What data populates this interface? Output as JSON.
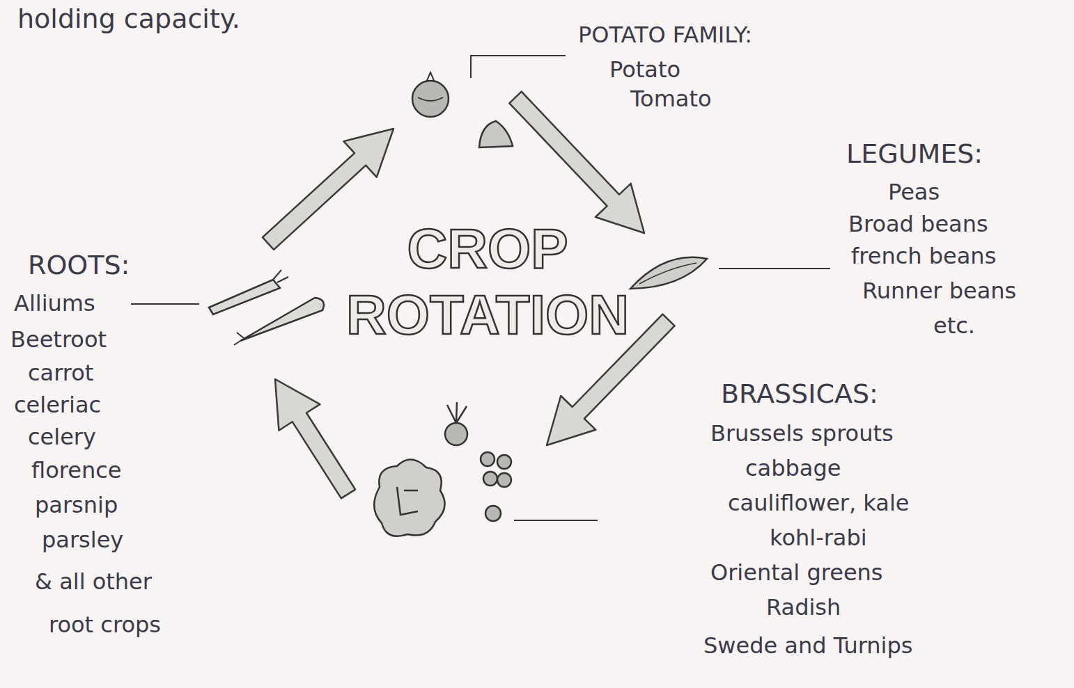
{
  "diagram": {
    "title": "CROP ROTATION",
    "labels": [
      "holding capacity.",
      "POTATO FAMILY:",
      "Potato",
      "Tomato",
      "LEGUMES:",
      "Peas",
      "Broad beans",
      "french beans",
      "Runner beans",
      "etc.",
      "BRASSICAS:",
      "Brussels sprouts",
      "cabbage",
      "cauliflower, kale",
      "kohl-rabi",
      "Oriental greens",
      "Radish",
      "Swede and Turnips",
      "ROOTS:",
      "Alliums",
      "Beetroot",
      "carrot",
      "celeriac",
      "celery",
      "florence",
      "parsnip",
      "parsley",
      "& all other",
      "root crops"
    ]
  }
}
